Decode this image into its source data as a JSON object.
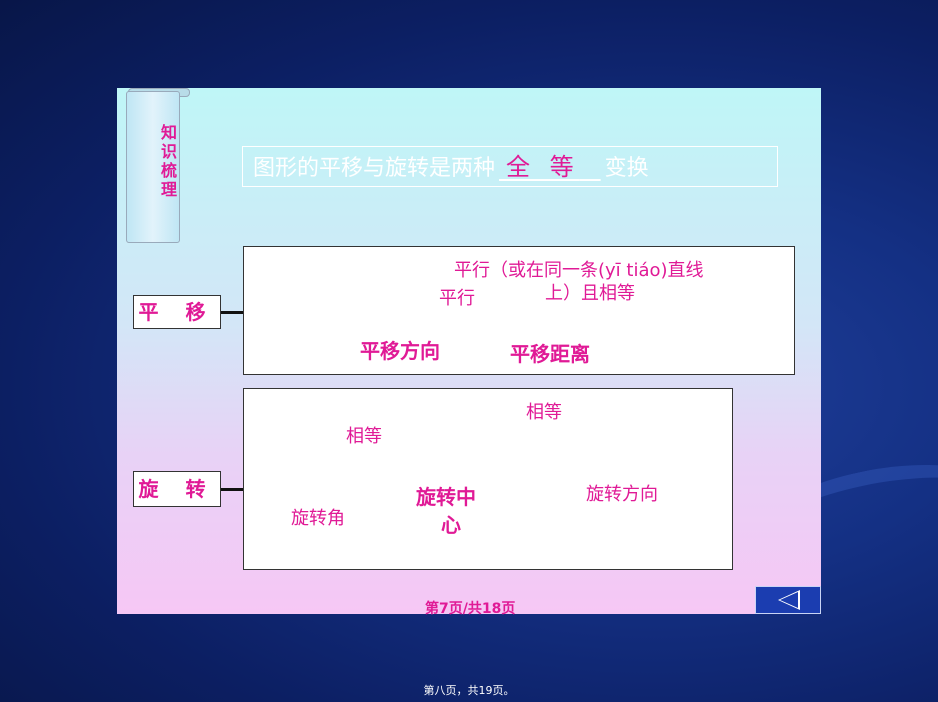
{
  "title": {
    "prefix": "图形的平移与旋转是两种",
    "answer": "全 等",
    "suffix": "变换"
  },
  "scroll_label": "知识梳理",
  "translation": {
    "label": "平 移",
    "parallel_note_line1": "平行（或在同一条(yī tiáo)直线",
    "parallel_note_line2": "上）且相等",
    "parallel": "平行",
    "direction": "平移方向",
    "distance": "平移距离"
  },
  "rotation": {
    "label": "旋 转",
    "equal1": "相等",
    "equal2": "相等",
    "center_line1": "旋转中",
    "center_line2": "心",
    "direction": "旋转方向",
    "angle": "旋转角"
  },
  "footer": {
    "page_counter": "第7页/共18页",
    "bottom_note": "第八页，共19页。"
  },
  "colors": {
    "accent": "#e01a96",
    "background": "#143084"
  },
  "icons": {
    "prev": "left-triangle-icon"
  }
}
